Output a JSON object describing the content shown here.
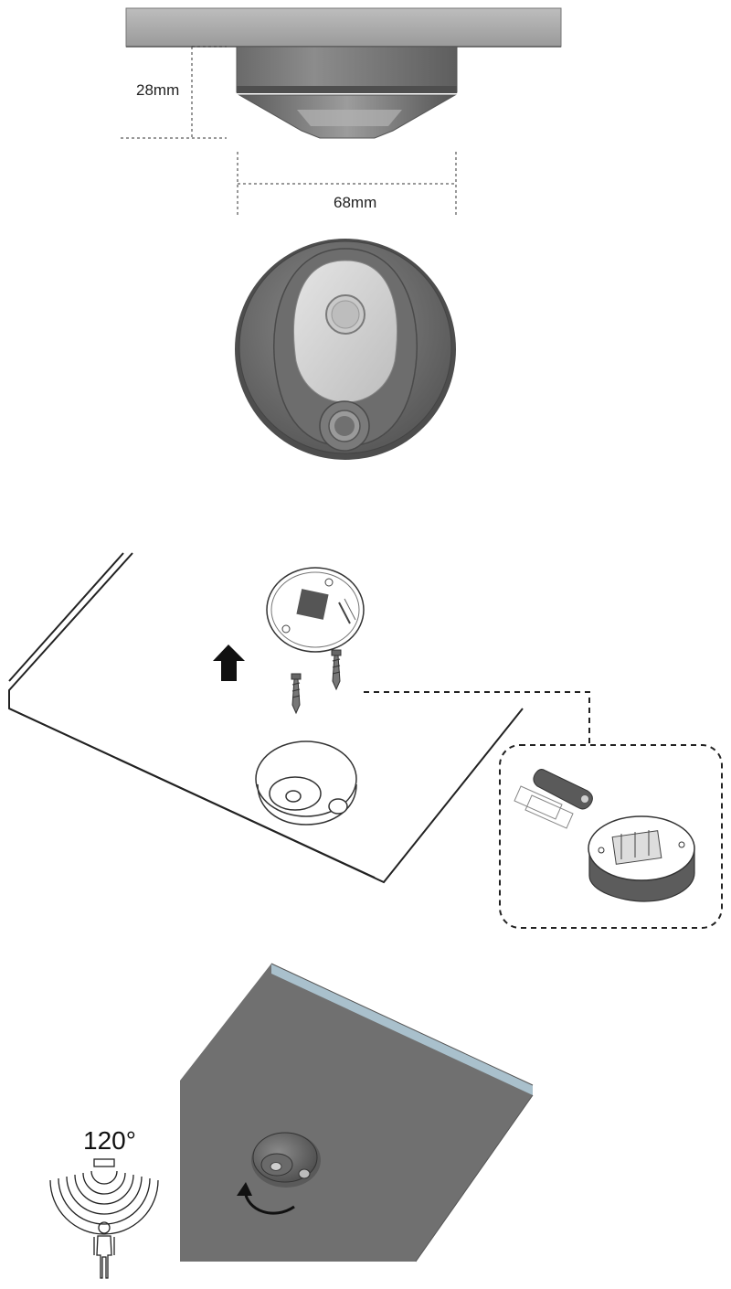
{
  "dimensions": {
    "height_label": "28mm",
    "width_label": "68mm"
  },
  "detection": {
    "angle_label": "120°"
  },
  "colors": {
    "device_dark": "#666666",
    "device_mid": "#8a8a8a",
    "device_light": "#cfcfcf",
    "ceiling_panel": "#707070",
    "ceiling_edge": "#9fb8c8"
  }
}
